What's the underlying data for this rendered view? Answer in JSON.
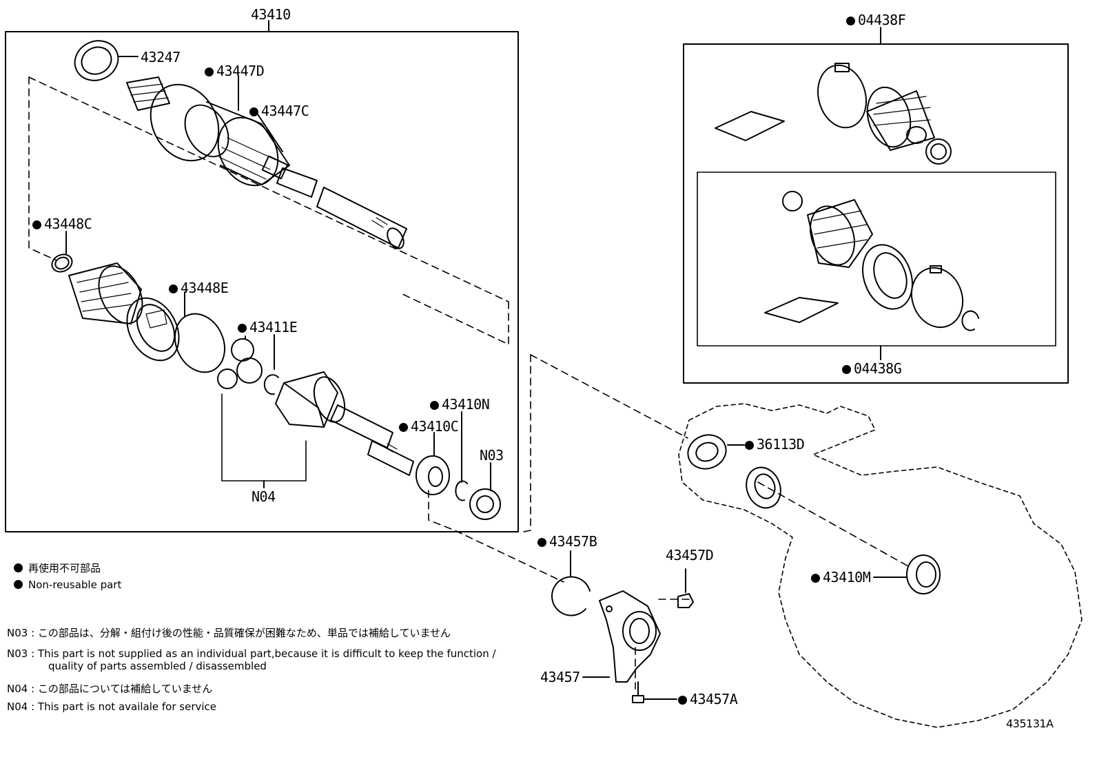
{
  "callouts": {
    "c43410": "43410",
    "c43247": "43247",
    "c43447D": "43447D",
    "c43447C": "43447C",
    "c43448C": "43448C",
    "c43448E": "43448E",
    "c43411E": "43411E",
    "c43410N": "43410N",
    "c43410C": "43410C",
    "cN03": "N03",
    "cN04": "N04",
    "c04438F": "04438F",
    "c04438G": "04438G",
    "c36113D": "36113D",
    "c43410M": "43410M",
    "c43457B": "43457B",
    "c43457D": "43457D",
    "c43457": "43457",
    "c43457A": "43457A",
    "drawing_id": "435131A"
  },
  "legend": {
    "jp": "再使用不可部品",
    "en": "Non-reusable part"
  },
  "notes": {
    "n03_jp_code": "N03",
    "n03_jp": ": この部品は、分解・組付け後の性能・品質確保が困難なため、単品では補給していません",
    "n03_en_code": "N03",
    "n03_en_1": ": This part is not supplied as an individual part,because it is difficult to keep the function /",
    "n03_en_2": "quality of parts assembled / disassembled",
    "n04_jp_code": "N04",
    "n04_jp": ": この部品については補給していません",
    "n04_en_code": "N04",
    "n04_en": ": This part is not availale for service"
  }
}
